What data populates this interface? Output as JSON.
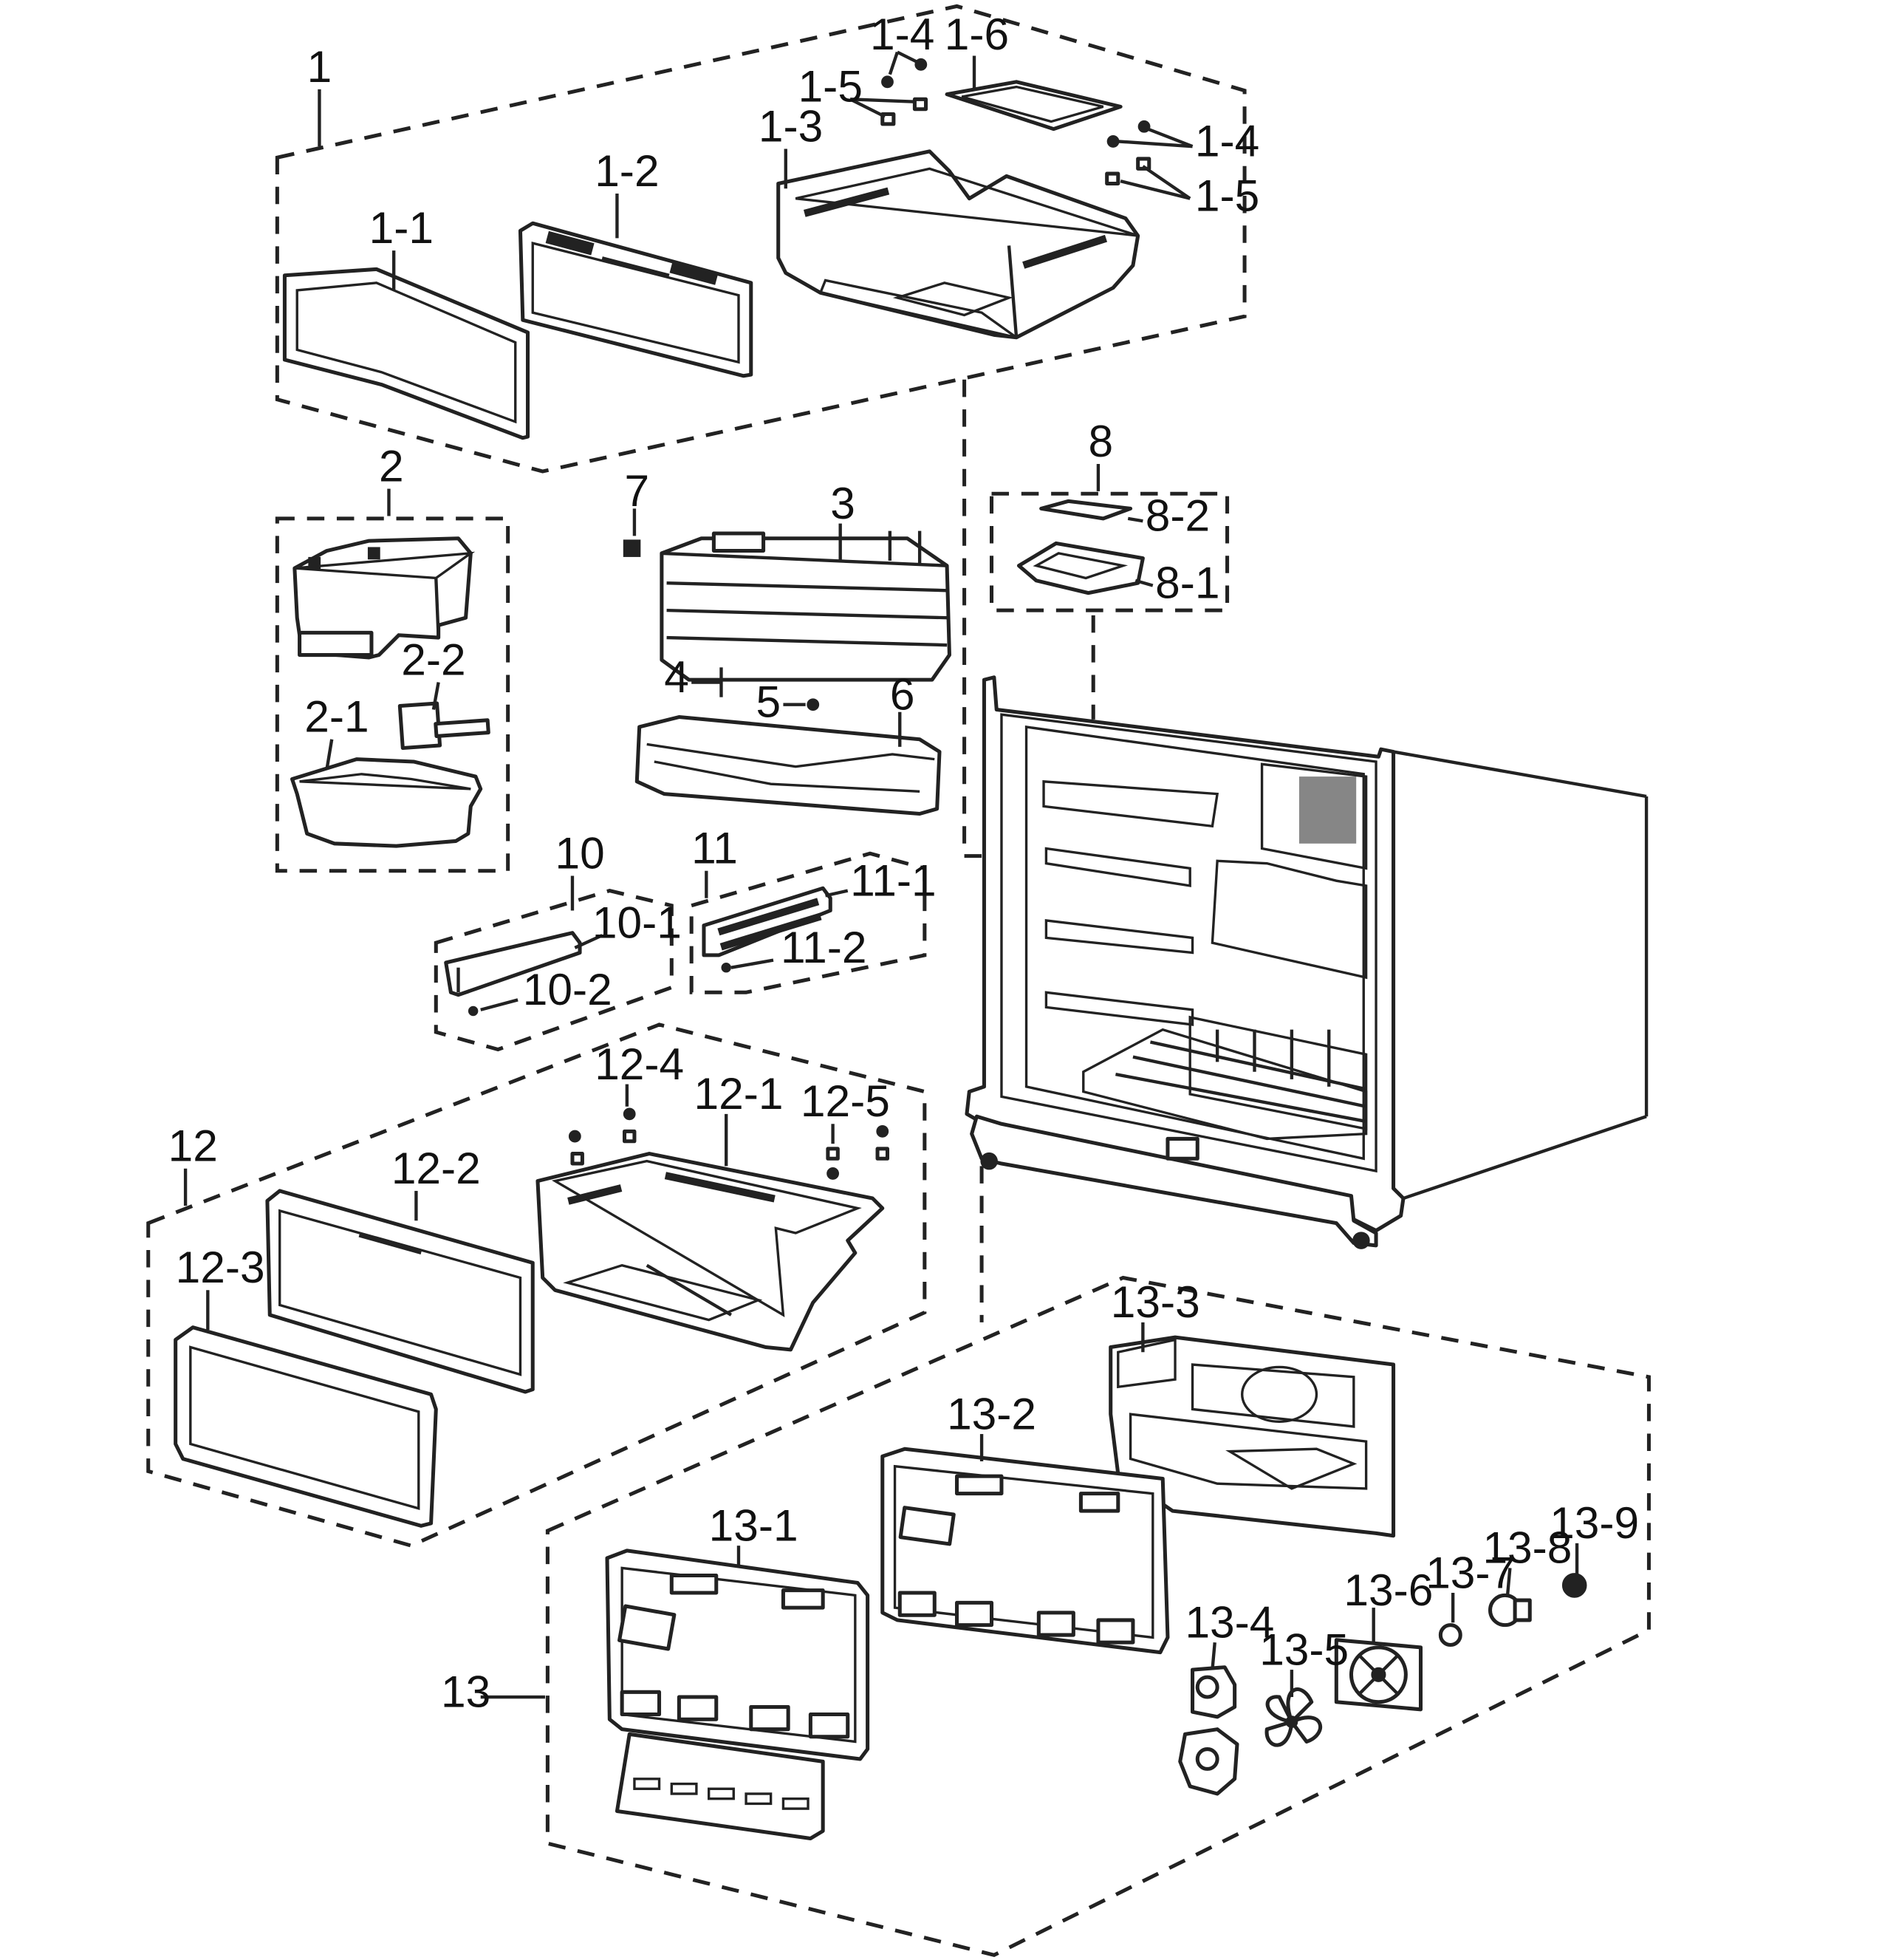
{
  "callouts": {
    "c1": "1",
    "c1_1": "1-1",
    "c1_2": "1-2",
    "c1_3": "1-3",
    "c1_4a": "1-4",
    "c1_4b": "1-4",
    "c1_5a": "1-5",
    "c1_5b": "1-5",
    "c1_6": "1-6",
    "c2": "2",
    "c2_1": "2-1",
    "c2_2": "2-2",
    "c3": "3",
    "c4": "4",
    "c5": "5",
    "c6": "6",
    "c7": "7",
    "c8": "8",
    "c8_1": "8-1",
    "c8_2": "8-2",
    "c10": "10",
    "c10_1": "10-1",
    "c10_2": "10-2",
    "c11": "11",
    "c11_1": "11-1",
    "c11_2": "11-2",
    "c12": "12",
    "c12_1": "12-1",
    "c12_2": "12-2",
    "c12_3": "12-3",
    "c12_4": "12-4",
    "c12_5": "12-5",
    "c13": "13",
    "c13_1": "13-1",
    "c13_2": "13-2",
    "c13_3": "13-3",
    "c13_4": "13-4",
    "c13_5": "13-5",
    "c13_6": "13-6",
    "c13_7": "13-7",
    "c13_8": "13-8",
    "c13_9": "13-9"
  }
}
